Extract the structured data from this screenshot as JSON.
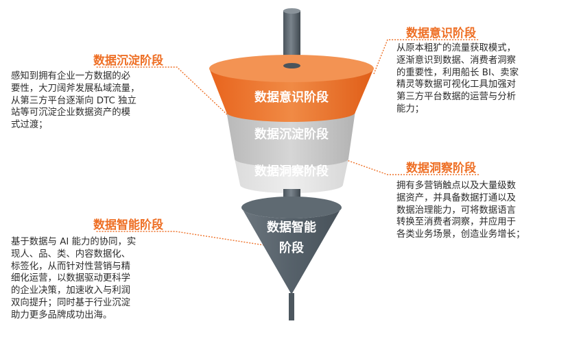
{
  "colors": {
    "accent": "#ee6f25",
    "awareness_band": "#ee7a2d",
    "settling_band": "#c9c9c9",
    "insight_band": "#e3e3e3",
    "cone": "#57626b",
    "shaft": "#5e6870",
    "text": "#2b2b2b"
  },
  "stages": {
    "awareness": {
      "band_label": "数据意识阶段",
      "heading": "数据意识阶段",
      "description": "从原本粗犷的流量获取模式，\n逐渐意识到数据、消费者洞察\n的重要性，利用船长 BI、卖家\n精灵等数据可视化工具加强对\n第三方平台数据的运营与分析\n能力；"
    },
    "settling": {
      "band_label": "数据沉淀阶段",
      "heading": "数据沉淀阶段",
      "description": "感知到拥有企业一方数据的必\n要性，大刀阔斧发展私域流量，\n从第三方平台逐渐向 DTC 独立\n站等可沉淀企业数据资产的模\n式过渡；"
    },
    "insight": {
      "band_label": "数据洞察阶段",
      "heading": "数据洞察阶段",
      "description": "拥有多营销触点以及大量级数\n据资产，并具备数据打通以及\n数据治理能力，可将数据语言\n转换至消费者洞察，并应用于\n各类业务场景，创造业务增长；"
    },
    "intelligence": {
      "band_label": "数据智能\n阶段",
      "heading": "数据智能阶段",
      "description": "基于数据与 AI 能力的协同，实\n现人、品、类、内容数据化、\n标签化，从而针对性营销与精\n细化运营，以数据驱动更科学\n的企业决策，加速收入与利润\n双向提升；同时基于行业沉淀\n助力更多品牌成功出海。"
    }
  }
}
